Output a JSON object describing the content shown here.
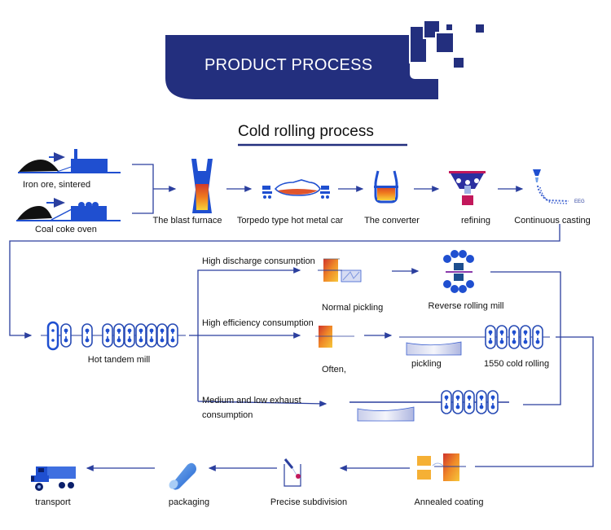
{
  "banner": {
    "title": "PRODUCT PROCESS",
    "color": "#232f7e"
  },
  "subtitle": "Cold rolling process",
  "colors": {
    "line": "#2b3f9e",
    "icon_blue": "#1f4fd0",
    "accent_red": "#c2185b",
    "accent_orange": "#f5a623"
  },
  "raw_materials": [
    {
      "id": "iron-ore",
      "label": "Iron ore, sintered"
    },
    {
      "id": "coal-coke",
      "label": "Coal coke oven"
    }
  ],
  "row1": [
    {
      "id": "blast-furnace",
      "label": "The blast furnace"
    },
    {
      "id": "torpedo-car",
      "label": "Torpedo type hot metal car"
    },
    {
      "id": "converter",
      "label": "The converter"
    },
    {
      "id": "refining",
      "label": "refining"
    },
    {
      "id": "continuous-casting",
      "label": "Continuous casting"
    }
  ],
  "hot_tandem_mill": {
    "label": "Hot tandem mill"
  },
  "branches": [
    {
      "id": "high-discharge",
      "label": "High discharge consumption",
      "steps": [
        "Normal pickling",
        "Reverse rolling mill"
      ]
    },
    {
      "id": "high-efficiency",
      "label": "High efficiency consumption",
      "steps": [
        "Often,",
        "pickling",
        "1550 cold rolling"
      ]
    },
    {
      "id": "medium-low",
      "label_line1": "Medium and low exhaust",
      "label_line2": "consumption",
      "steps": []
    }
  ],
  "final_row": [
    {
      "id": "annealed-coating",
      "label": "Annealed coating"
    },
    {
      "id": "precise-subdivision",
      "label": "Precise subdivision"
    },
    {
      "id": "packaging",
      "label": "packaging"
    },
    {
      "id": "transport",
      "label": "transport"
    }
  ]
}
